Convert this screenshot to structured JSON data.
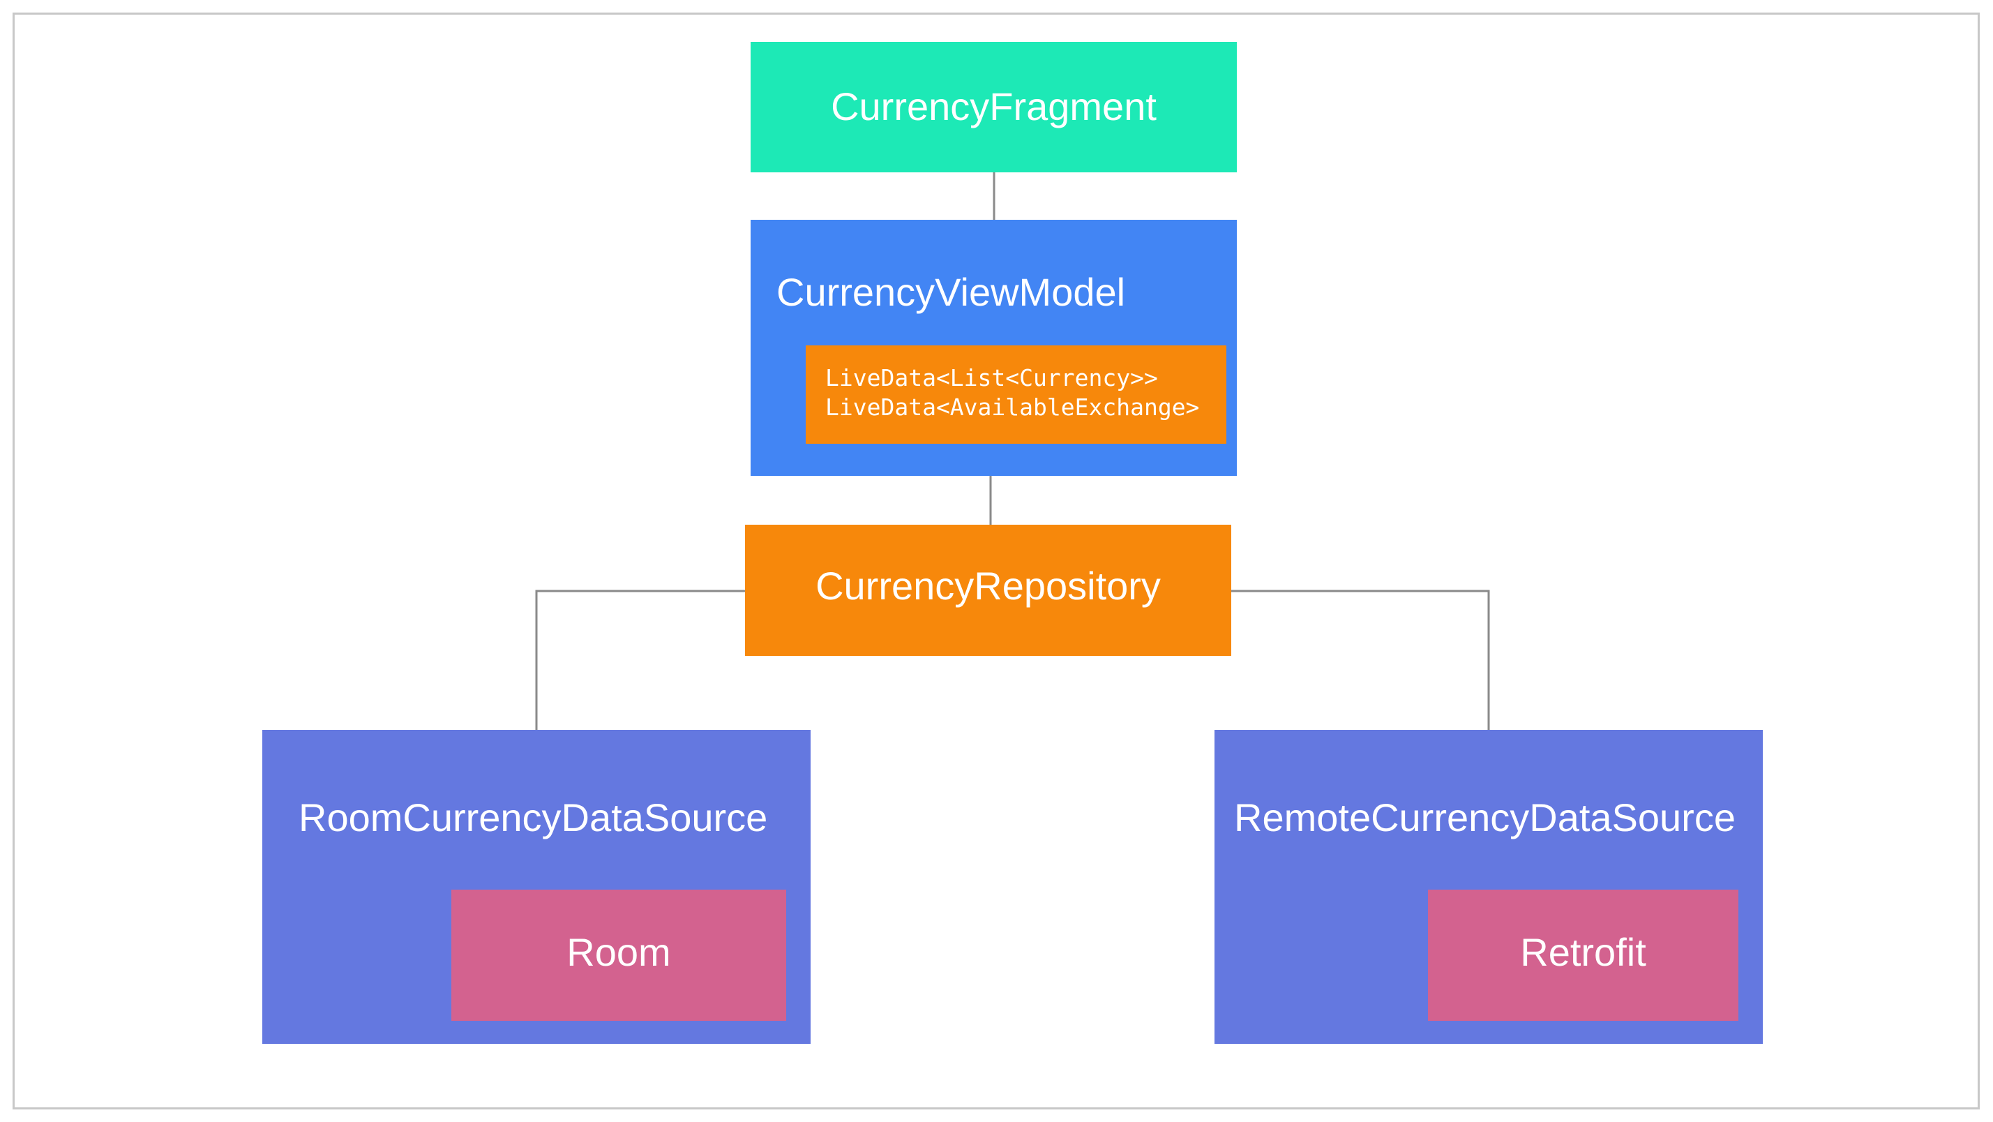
{
  "colors": {
    "fragment": "#1de9b6",
    "viewmodel": "#4285f4",
    "repository": "#f7880b",
    "datasource": "#6478e0",
    "library": "#d3628f",
    "connector": "#8a8a8a",
    "border": "#c8c8c8"
  },
  "nodes": {
    "fragment": {
      "label": "CurrencyFragment"
    },
    "viewmodel": {
      "label": "CurrencyViewModel",
      "livedata": [
        "LiveData<List<Currency>>",
        "LiveData<AvailableExchange>"
      ]
    },
    "repository": {
      "label": "CurrencyRepository"
    },
    "room_source": {
      "label": "RoomCurrencyDataSource",
      "library": "Room"
    },
    "remote_source": {
      "label": "RemoteCurrencyDataSource",
      "library": "Retrofit"
    }
  },
  "edges": [
    {
      "from": "fragment",
      "to": "viewmodel"
    },
    {
      "from": "viewmodel",
      "to": "repository"
    },
    {
      "from": "repository",
      "to": "room_source"
    },
    {
      "from": "repository",
      "to": "remote_source"
    }
  ]
}
